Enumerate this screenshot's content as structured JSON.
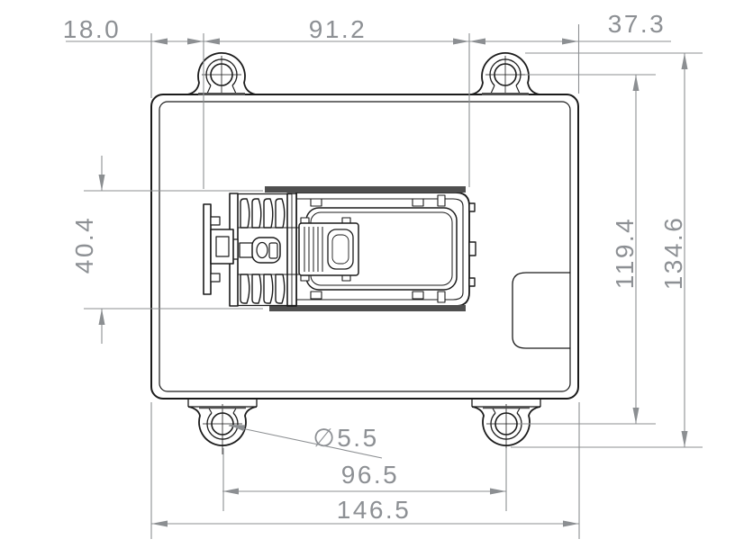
{
  "drawing": {
    "title": "enclosure-top-view-dimension-drawing",
    "units": "mm",
    "colors": {
      "background": "#ffffff",
      "part_edge": "#1b1b1b",
      "dimension_gray": "#8c8f92",
      "text_gray": "#8d9094",
      "dark_accent": "#4f4f4f"
    },
    "dimensions": {
      "offset_left": "18.0",
      "connector_width": "91.2",
      "offset_right": "37.3",
      "connector_height": "40.4",
      "holes_vertical_span": "119.4",
      "overall_height": "134.6",
      "hole_diameter": "∅5.5",
      "holes_horizontal_span": "96.5",
      "overall_width": "146.5"
    }
  }
}
